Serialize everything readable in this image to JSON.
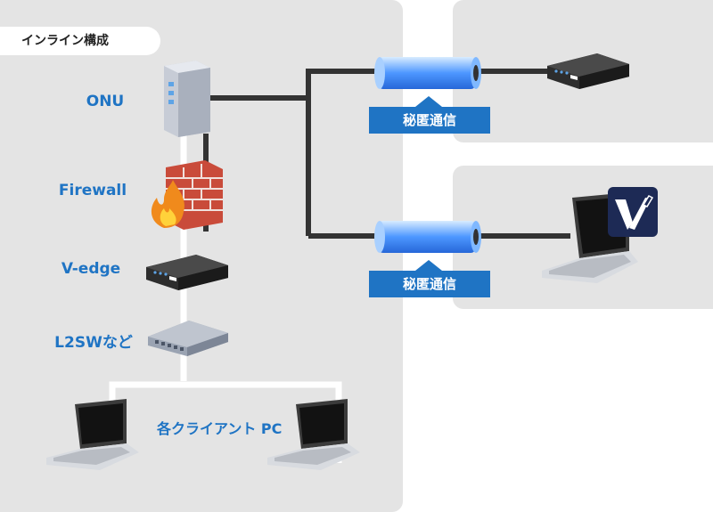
{
  "tag": {
    "label": "インライン構成"
  },
  "devices": {
    "onu": "ONU",
    "firewall": "Firewall",
    "vedge": "V-edge",
    "l2sw": "L2SWなど"
  },
  "clients": {
    "label": "各クライアント PC"
  },
  "tunnels": [
    {
      "label": "秘匿通信"
    },
    {
      "label": "秘匿通信"
    }
  ],
  "colors": {
    "accent": "#1f74c4",
    "panel": "#e4e4e4",
    "tunnel": "#6fb3ff"
  },
  "icons": [
    "server-icon",
    "firewall-icon",
    "router-icon",
    "switch-icon",
    "laptop-icon",
    "v-logo-icon"
  ]
}
